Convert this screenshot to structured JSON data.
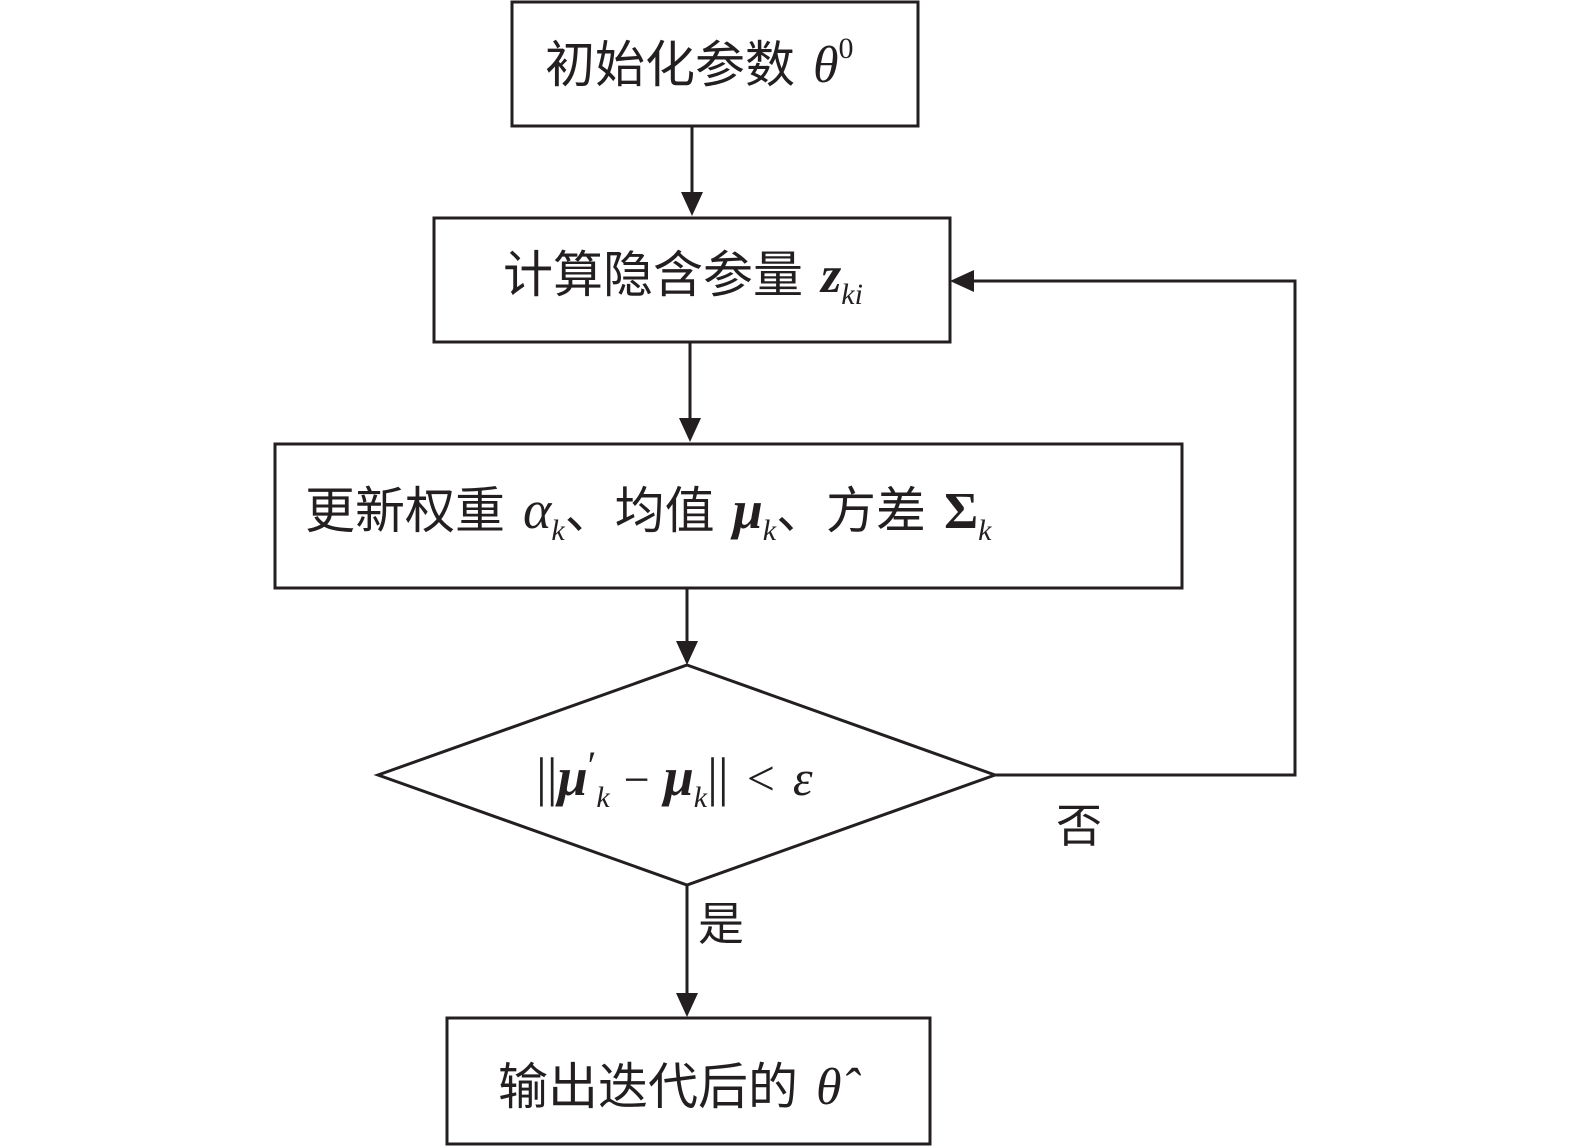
{
  "nodes": {
    "init": {
      "text": "初始化参数",
      "symbol": "θ",
      "superscript": "0"
    },
    "compute": {
      "text": "计算隐含参量",
      "symbol": "z",
      "subscript": "ki"
    },
    "update": {
      "weight_text": "更新权重",
      "weight_symbol": "α",
      "weight_sub": "k",
      "sep1": "、均值",
      "mean_symbol": "μ",
      "mean_sub": "k",
      "sep2": "、方差",
      "cov_symbol": "Σ",
      "cov_sub": "k"
    },
    "check": {
      "bar_left": "||",
      "mu_prime": "μ",
      "prime": "′",
      "sub1": "k",
      "minus": "−",
      "mu": "μ",
      "sub2": "k",
      "bar_right": "||",
      "lt": "<",
      "eps": "ε"
    },
    "output": {
      "text": "输出迭代后的",
      "symbol": "θ̂"
    }
  },
  "edges": {
    "no_label": "否",
    "yes_label": "是"
  },
  "colors": {
    "stroke": "#231f20",
    "background": "#ffffff"
  }
}
